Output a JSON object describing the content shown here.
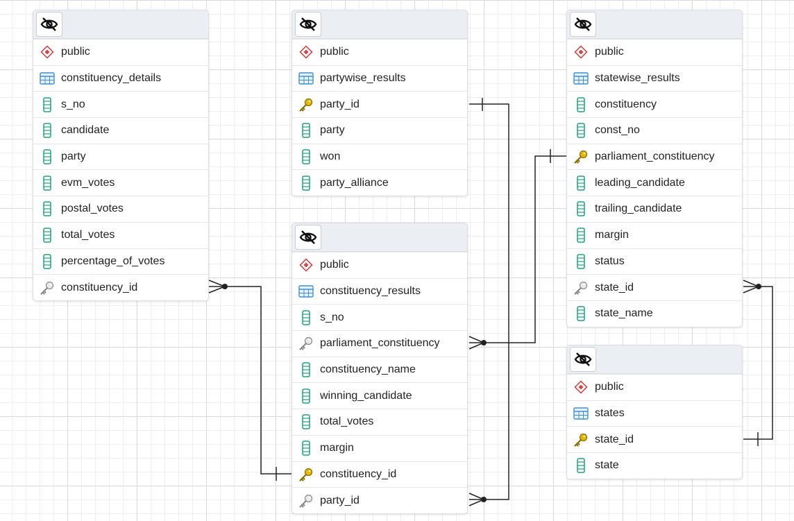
{
  "tables": [
    {
      "id": "constituency_details",
      "schema": "public",
      "name": "constituency_details",
      "columns": [
        {
          "name": "s_no",
          "kind": "column"
        },
        {
          "name": "candidate",
          "kind": "column"
        },
        {
          "name": "party",
          "kind": "column"
        },
        {
          "name": "evm_votes",
          "kind": "column"
        },
        {
          "name": "postal_votes",
          "kind": "column"
        },
        {
          "name": "total_votes",
          "kind": "column"
        },
        {
          "name": "percentage_of_votes",
          "kind": "column"
        },
        {
          "name": "constituency_id",
          "kind": "foreign-key"
        }
      ]
    },
    {
      "id": "partywise_results",
      "schema": "public",
      "name": "partywise_results",
      "columns": [
        {
          "name": "party_id",
          "kind": "primary-key"
        },
        {
          "name": "party",
          "kind": "column"
        },
        {
          "name": "won",
          "kind": "column"
        },
        {
          "name": "party_alliance",
          "kind": "column"
        }
      ]
    },
    {
      "id": "constituency_results",
      "schema": "public",
      "name": "constituency_results",
      "columns": [
        {
          "name": "s_no",
          "kind": "column"
        },
        {
          "name": "parliament_constituency",
          "kind": "foreign-key"
        },
        {
          "name": "constituency_name",
          "kind": "column"
        },
        {
          "name": "winning_candidate",
          "kind": "column"
        },
        {
          "name": "total_votes",
          "kind": "column"
        },
        {
          "name": "margin",
          "kind": "column"
        },
        {
          "name": "constituency_id",
          "kind": "primary-key"
        },
        {
          "name": "party_id",
          "kind": "foreign-key"
        }
      ]
    },
    {
      "id": "statewise_results",
      "schema": "public",
      "name": "statewise_results",
      "columns": [
        {
          "name": "constituency",
          "kind": "column"
        },
        {
          "name": "const_no",
          "kind": "column"
        },
        {
          "name": "parliament_constituency",
          "kind": "primary-key"
        },
        {
          "name": "leading_candidate",
          "kind": "column"
        },
        {
          "name": "trailing_candidate",
          "kind": "column"
        },
        {
          "name": "margin",
          "kind": "column"
        },
        {
          "name": "status",
          "kind": "column"
        },
        {
          "name": "state_id",
          "kind": "foreign-key"
        },
        {
          "name": "state_name",
          "kind": "column"
        }
      ]
    },
    {
      "id": "states",
      "schema": "public",
      "name": "states",
      "columns": [
        {
          "name": "state_id",
          "kind": "primary-key"
        },
        {
          "name": "state",
          "kind": "column"
        }
      ]
    }
  ],
  "relationships": [
    {
      "from_table": "constituency_details",
      "from_column": "constituency_id",
      "to_table": "constituency_results",
      "to_column": "constituency_id",
      "cardinality": "many-to-one"
    },
    {
      "from_table": "constituency_results",
      "from_column": "party_id",
      "to_table": "partywise_results",
      "to_column": "party_id",
      "cardinality": "many-to-one"
    },
    {
      "from_table": "constituency_results",
      "from_column": "parliament_constituency",
      "to_table": "statewise_results",
      "to_column": "parliament_constituency",
      "cardinality": "many-to-one"
    },
    {
      "from_table": "statewise_results",
      "from_column": "state_id",
      "to_table": "states",
      "to_column": "state_id",
      "cardinality": "many-to-one"
    }
  ],
  "colors": {
    "schema_icon": "#d04545",
    "table_icon": "#3b8fd9",
    "column_icon": "#1aa37a",
    "primary_key_icon": "#e6b800",
    "foreign_key_icon": "#8a8a8a",
    "link_line": "#222222"
  }
}
